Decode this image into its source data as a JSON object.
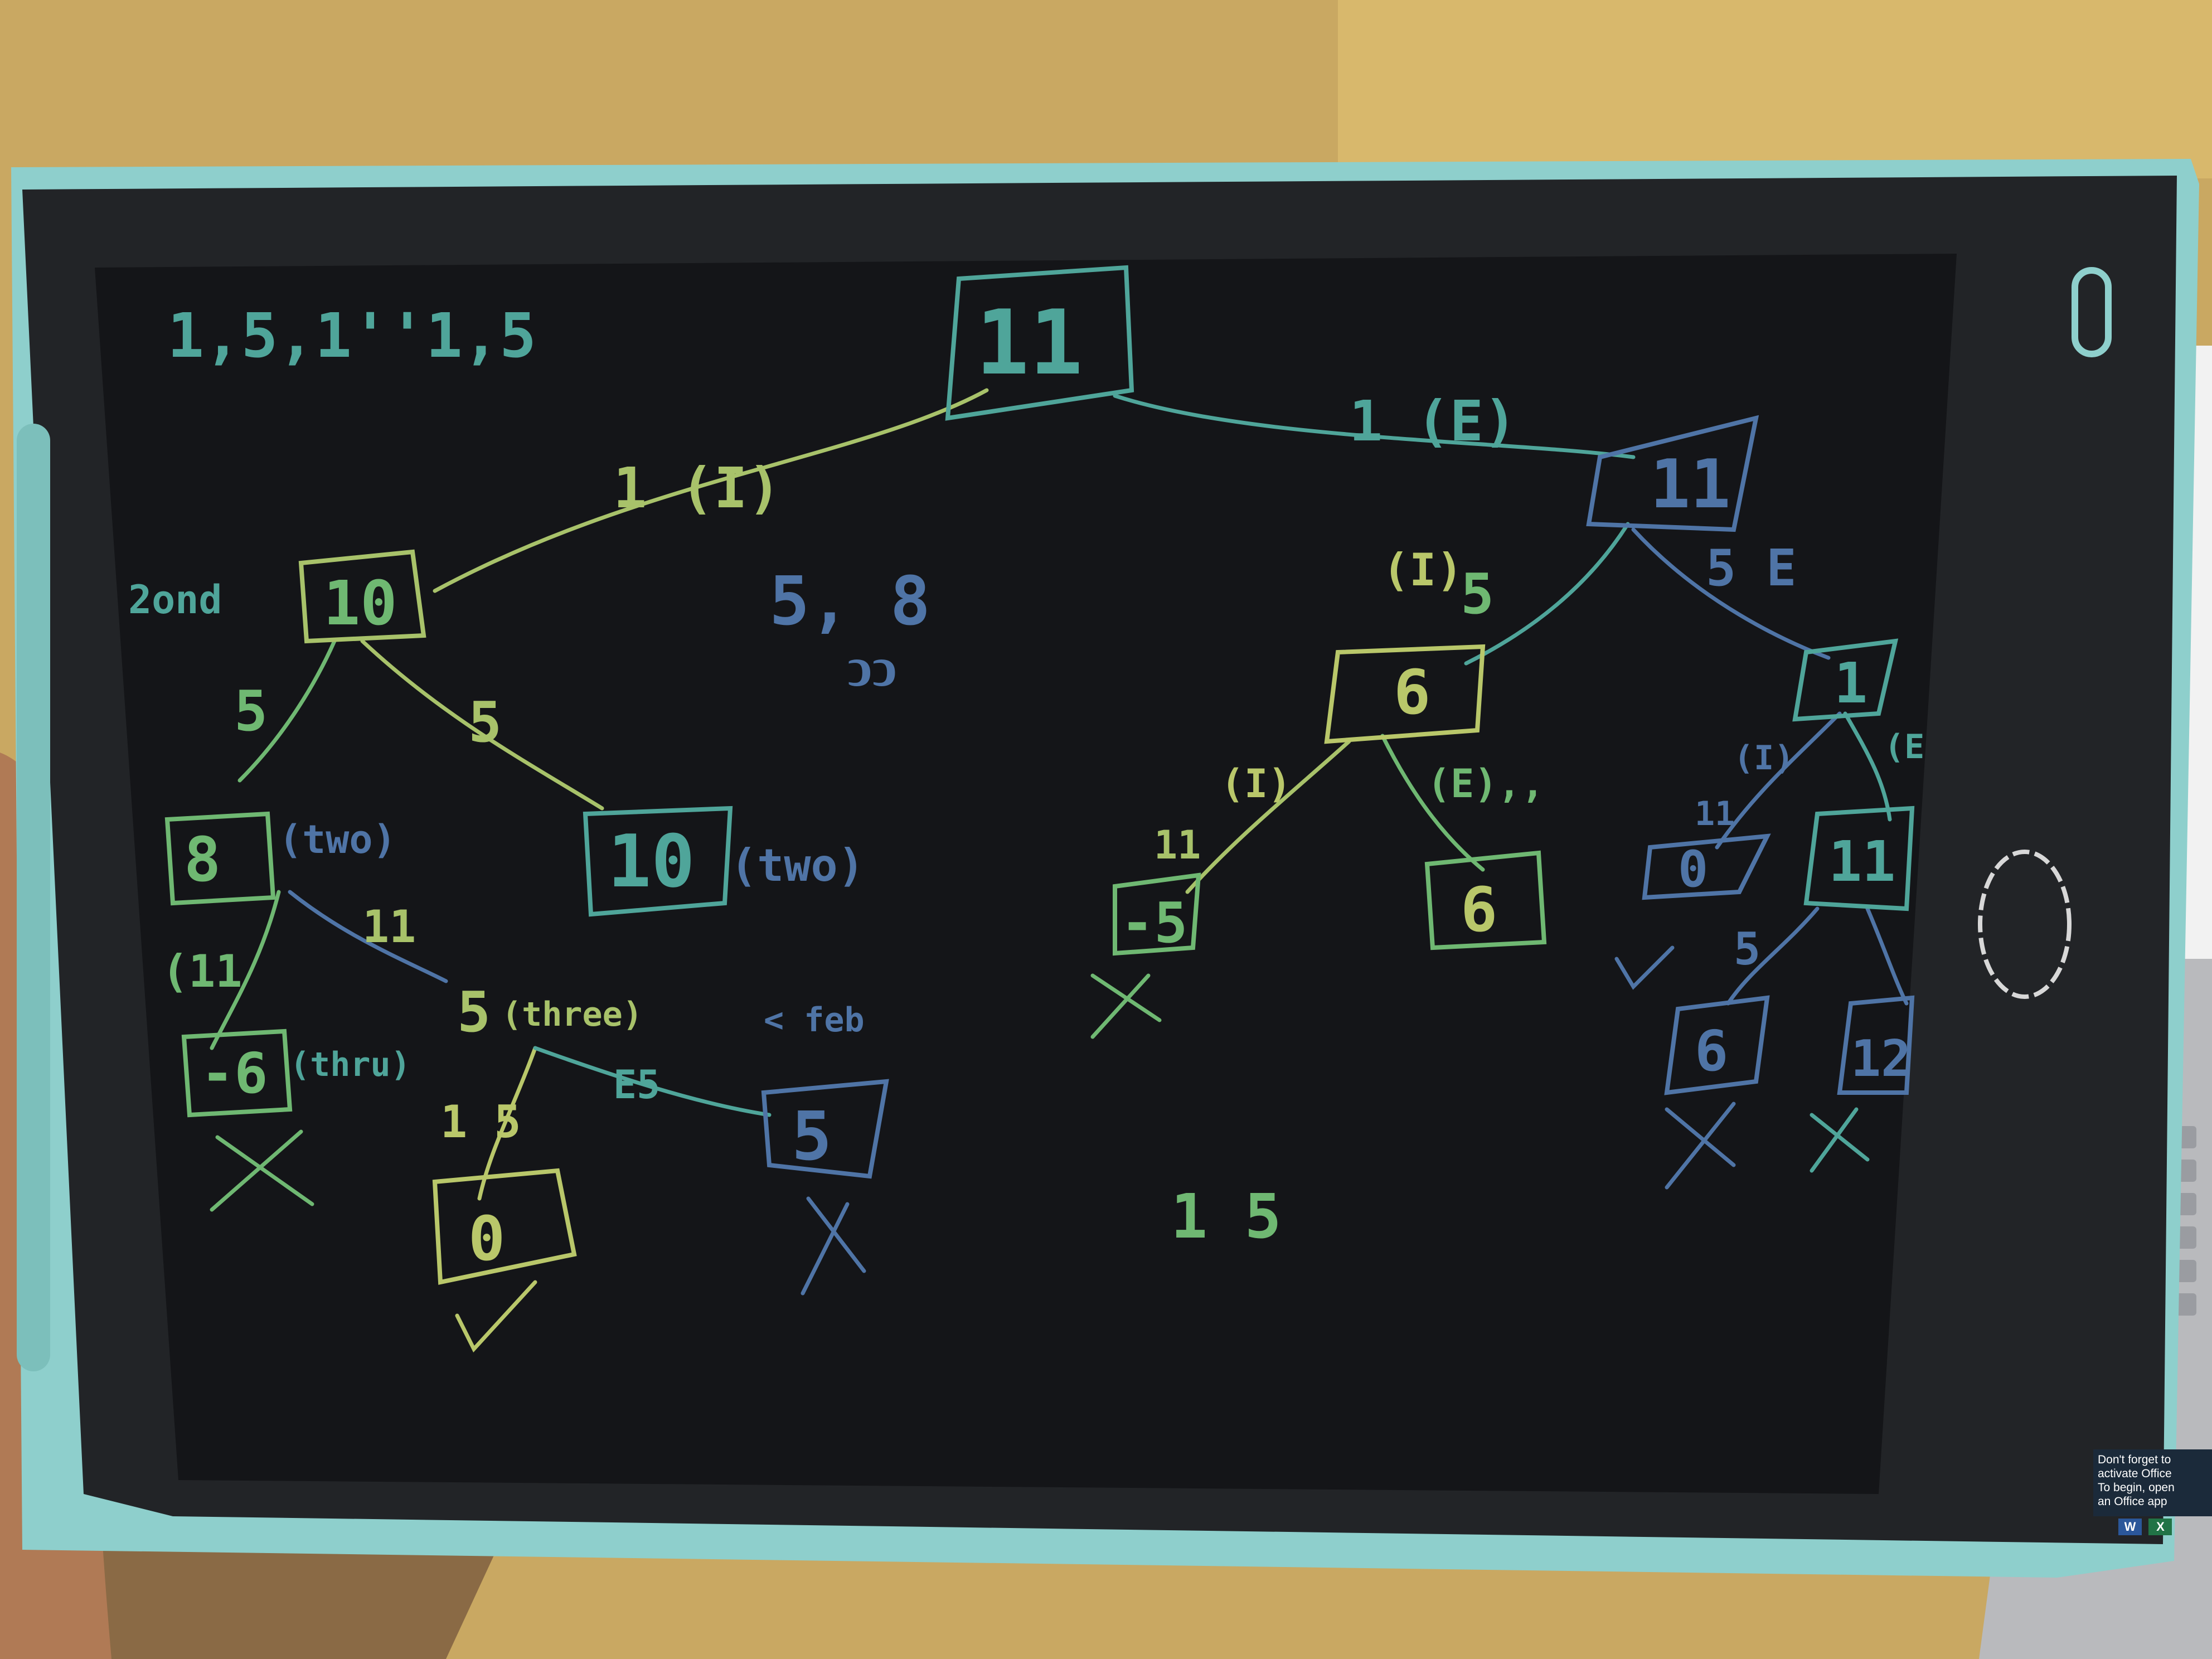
{
  "scene": {
    "description_colors": {
      "wall": "#c9a862",
      "tablet_frame": "#8ecfcc",
      "screen": "#141518",
      "ink_green": "#6fb872",
      "ink_yellow": "#b9c76a",
      "ink_blue": "#4f74a6",
      "ink_teal": "#4fa59a"
    }
  },
  "board": {
    "header_note": "1,5,1''1,5",
    "root": {
      "value": "11"
    },
    "left_edge_label": "1 (I)",
    "right_edge_label": "1 (E)",
    "left_node": {
      "value": "10",
      "tag": "2ond"
    },
    "mid_scribble_top": "5, 8",
    "mid_scribble_bottom": "ↄↄ",
    "right_node": {
      "value": "11"
    },
    "branch_5_a": "5",
    "branch_5_b": "5",
    "node_8": {
      "value": "8",
      "tag": "(two)"
    },
    "node_10b": {
      "value": "10",
      "tag": "(two)"
    },
    "mark_11_a": "11",
    "mark_11_b": "(11",
    "node_neg6": {
      "value": "-6",
      "tag": "(thru)"
    },
    "node_5_mid": {
      "value": "5",
      "tag": "(three)"
    },
    "label_E5": "E5",
    "note_feb": "< feb",
    "node_5_box": {
      "value": "5"
    },
    "label_15": "1 5",
    "node_0_left": {
      "value": "0"
    },
    "x_marks": [
      "X",
      "X",
      "X",
      "X",
      "X"
    ],
    "checks": [
      "✓",
      "✓"
    ],
    "label_I5": "(I)",
    "label_5_right1": "5",
    "node_6a": {
      "value": "6"
    },
    "label_I_small": "(I)",
    "label_E_small": "(E),,",
    "mark_11_c": "11",
    "node_neg5": {
      "value": "-5"
    },
    "node_6b": {
      "value": "6"
    },
    "label_5E": "5 E",
    "node_1": {
      "value": "1"
    },
    "label_I_r": "(I)",
    "label_E_r": "(E",
    "mark_11_d": "11",
    "node_0_right": {
      "value": "0"
    },
    "node_11_small": {
      "value": "11"
    },
    "label_5_r2": "5",
    "node_6c": {
      "value": "6"
    },
    "node_12": {
      "value": "12"
    },
    "bottom_note": "1 5"
  },
  "toast": {
    "line1": "Don't forget to",
    "line2": "activate Office",
    "line3": "To begin, open",
    "line4": "an Office app",
    "word_badge": "W",
    "excel_badge": "X",
    "word_color": "#2b579a",
    "excel_color": "#217346"
  }
}
